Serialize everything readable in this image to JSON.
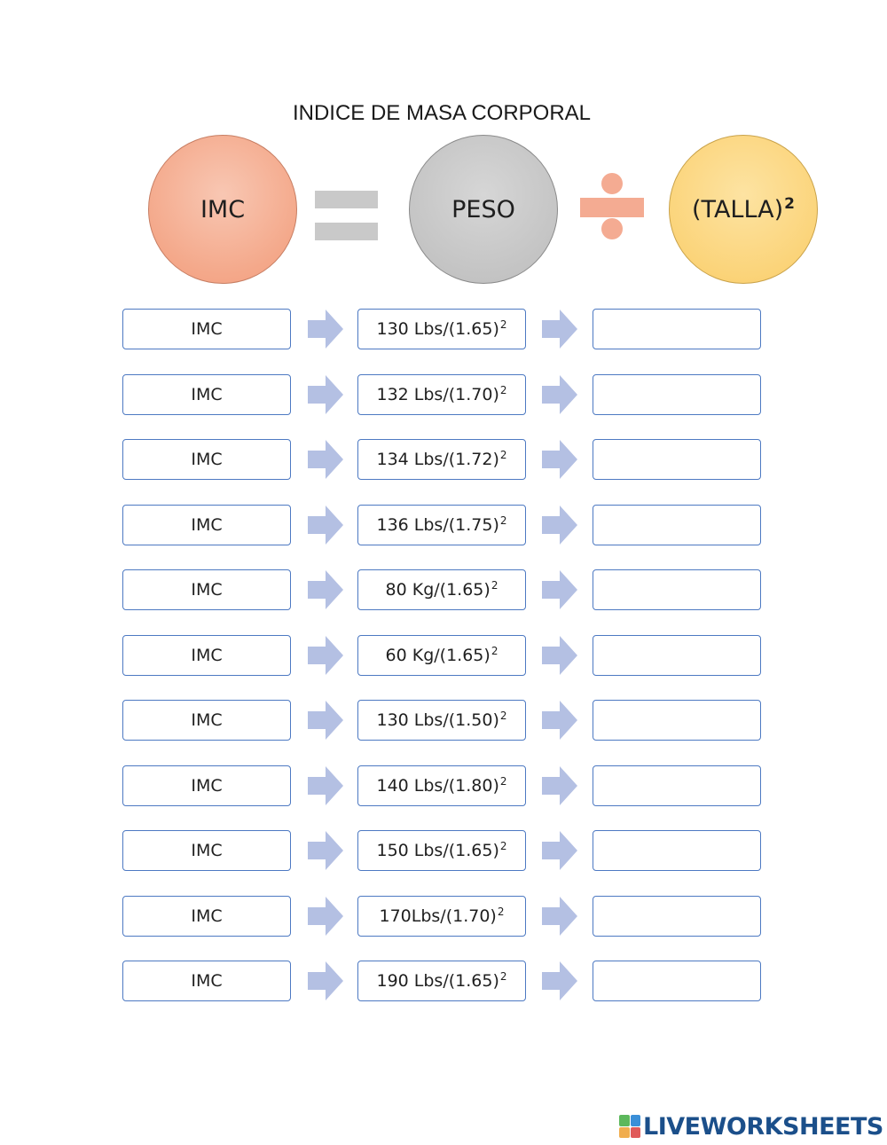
{
  "header": {
    "title": "INDICE DE MASA CORPORAL",
    "formula": {
      "left": "IMC",
      "middle": "PESO",
      "right": "(TALLA)",
      "right_exp": "2"
    }
  },
  "rows": [
    {
      "label": "IMC",
      "expr": "130 Lbs/(1.65)",
      "exp": "2",
      "answer": ""
    },
    {
      "label": "IMC",
      "expr": "132 Lbs/(1.70)",
      "exp": "2",
      "answer": ""
    },
    {
      "label": "IMC",
      "expr": "134 Lbs/(1.72)",
      "exp": "2",
      "answer": ""
    },
    {
      "label": "IMC",
      "expr": "136 Lbs/(1.75)",
      "exp": "2",
      "answer": ""
    },
    {
      "label": "IMC",
      "expr": "80 Kg/(1.65)",
      "exp": "2",
      "answer": ""
    },
    {
      "label": "IMC",
      "expr": "60 Kg/(1.65)",
      "exp": "2",
      "answer": ""
    },
    {
      "label": "IMC",
      "expr": "130 Lbs/(1.50)",
      "exp": "2",
      "answer": ""
    },
    {
      "label": "IMC",
      "expr": "140 Lbs/(1.80)",
      "exp": "2",
      "answer": ""
    },
    {
      "label": "IMC",
      "expr": "150 Lbs/(1.65)",
      "exp": "2",
      "answer": ""
    },
    {
      "label": "IMC",
      "expr": "170Lbs/(1.70)",
      "exp": "2",
      "answer": ""
    },
    {
      "label": "IMC",
      "expr": "190 Lbs/(1.65)",
      "exp": "2",
      "answer": ""
    }
  ],
  "footer": {
    "logo_text": "LIVEWORKSHEETS"
  },
  "colors": {
    "box_border": "#4d79c2",
    "arrow": "#b4c0e3",
    "imc_circle": "#f4a88a",
    "peso_circle": "#c4c4c4",
    "talla_circle": "#fbd47a",
    "divide_sign": "#f4ab92",
    "equals_sign": "#c9c9c9",
    "logo": "#1b4f8a"
  }
}
